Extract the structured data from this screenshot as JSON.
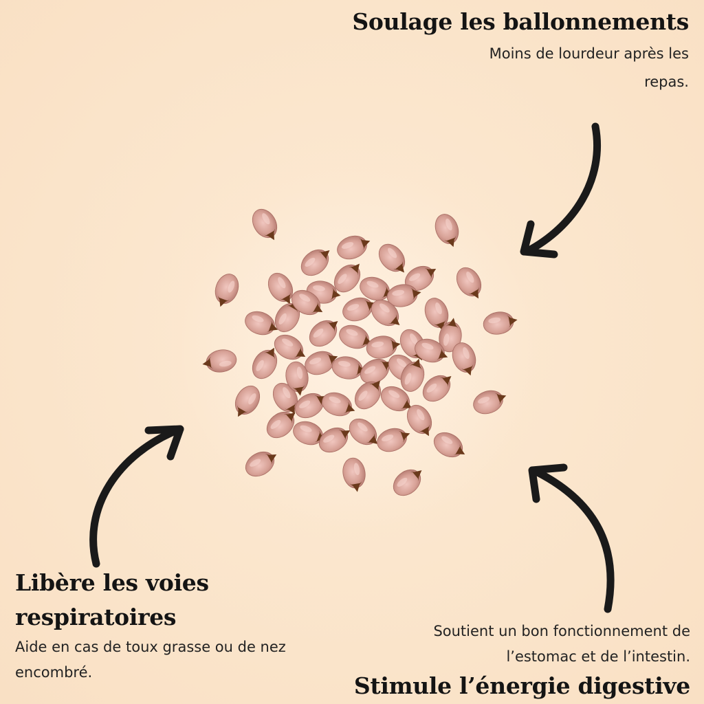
{
  "benefits": {
    "bloating": {
      "title": "Soulage les ballonnements",
      "description_lines": [
        "Moins de lourdeur après les",
        "repas."
      ]
    },
    "respiratory": {
      "title_lines": [
        "Libère les voies",
        "respiratoires"
      ],
      "description_lines": [
        "Aide en cas de toux grasse ou de nez",
        "encombré."
      ]
    },
    "digestive": {
      "description_lines": [
        "Soutient un bon fonctionnement de",
        "l’estomac et de l’intestin."
      ],
      "title": "Stimule l’énergie digestive"
    }
  },
  "colors": {
    "background": "#fbe6cd",
    "arrow": "#1a1a1a",
    "seed_body": "#d9a49a",
    "seed_tip": "#6b3a1c"
  },
  "icons": {
    "arrow_top": "curved-arrow-icon",
    "arrow_left": "curved-arrow-icon",
    "arrow_right": "curved-arrow-icon",
    "center_image": "cardamom-buds-illustration"
  }
}
